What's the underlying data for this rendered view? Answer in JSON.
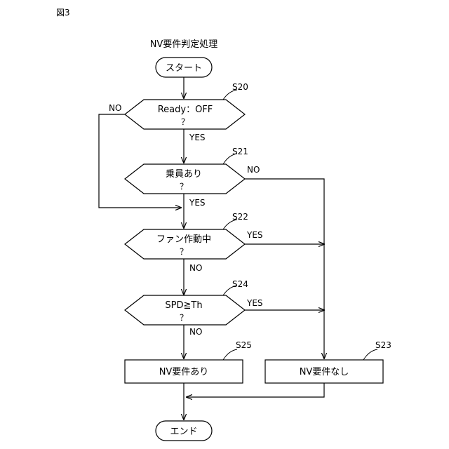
{
  "figure_label": "図3",
  "title": "NV要件判定処理",
  "terminals": {
    "start": "スタート",
    "end": "エンド"
  },
  "steps": {
    "s20": {
      "id": "S20",
      "line1": "Ready：OFF",
      "line2": "？"
    },
    "s21": {
      "id": "S21",
      "line1": "乗員あり",
      "line2": "？"
    },
    "s22": {
      "id": "S22",
      "line1": "ファン作動中",
      "line2": "？"
    },
    "s24": {
      "id": "S24",
      "line1": "SPD≧Th",
      "line2": "？"
    },
    "s25": {
      "id": "S25",
      "text": "NV要件あり"
    },
    "s23": {
      "id": "S23",
      "text": "NV要件なし"
    }
  },
  "branches": {
    "yes": "YES",
    "no": "NO"
  }
}
